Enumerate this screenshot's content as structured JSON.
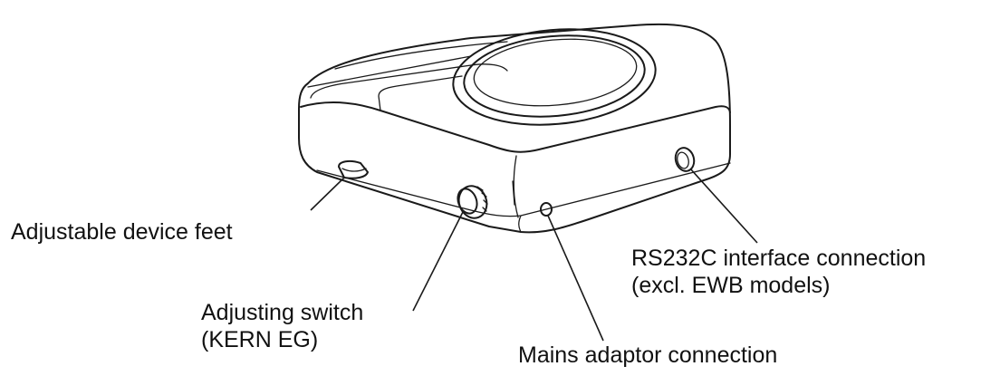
{
  "labels": {
    "adjustable_feet": "Adjustable device feet",
    "adjusting_switch": {
      "line1": "Adjusting switch",
      "line2": "(KERN EG)"
    },
    "mains_adaptor": "Mains adaptor connection",
    "rs232c": {
      "line1": "RS232C interface connection",
      "line2": "(excl. EWB models)"
    }
  }
}
